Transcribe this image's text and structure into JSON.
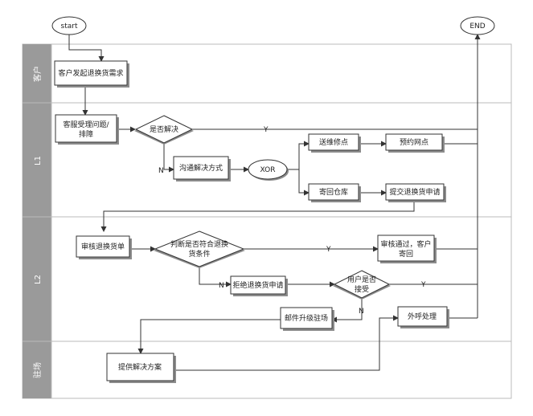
{
  "lanes": [
    {
      "id": "customer",
      "label": "客户"
    },
    {
      "id": "l1",
      "label": "L1"
    },
    {
      "id": "l2",
      "label": "L2"
    },
    {
      "id": "onsite",
      "label": "驻场"
    }
  ],
  "nodes": {
    "start": "start",
    "end": "END",
    "customer_request": "客户发起退换货需求",
    "cs_handle_line1": "客服受理问题/",
    "cs_handle_line2": "排障",
    "resolved_line1": "是否解决",
    "communicate": "沟通解决方式",
    "xor": "XOR",
    "send_repair": "送维修点",
    "book_outlet": "预约网点",
    "send_warehouse": "寄回仓库",
    "submit_request": "提交退换货申请",
    "review_order": "审核退换货单",
    "judge_line1": "判断是否符合退换",
    "judge_line2": "货条件",
    "approved_line1": "审核通过，客户",
    "approved_line2": "寄回",
    "reject": "拒绝退换货申请",
    "user_accept_line1": "用户是否",
    "user_accept_line2": "接受",
    "mail_upgrade": "邮件升级驻场",
    "outbound_call": "外呼处理",
    "provide_solution": "提供解决方案"
  },
  "edge_labels": {
    "resolved_yes": "Y",
    "resolved_no": "N",
    "judge_yes": "Y",
    "judge_no": "N",
    "accept_yes": "Y",
    "accept_no": "N"
  },
  "colors": {
    "lane_header": "#9a9a9a",
    "lane_border": "#bbbbbb",
    "line": "#333333",
    "node_fill": "#ffffff",
    "node_shadow": "#8c8c8c"
  }
}
